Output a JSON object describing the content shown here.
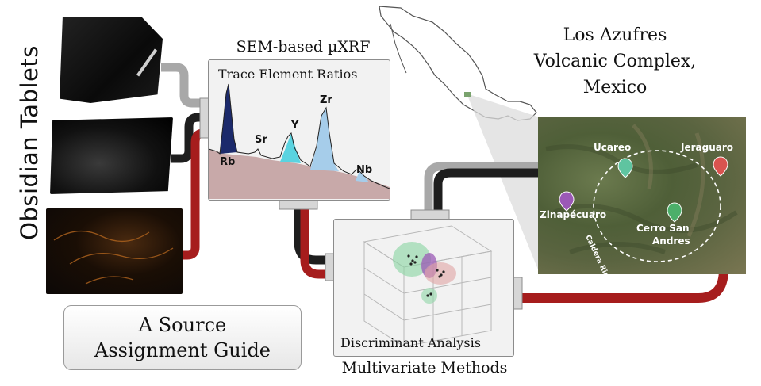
{
  "vertical_title": "Obsidian Tablets",
  "sem": {
    "title": "SEM-based µXRF",
    "subtitle": "Trace Element Ratios",
    "peaks": [
      "Rb",
      "Sr",
      "Y",
      "Zr",
      "Nb"
    ]
  },
  "map": {
    "title_lines": [
      "Los Azufres",
      "Volcanic Complex,",
      "Mexico"
    ],
    "sites": [
      "Ucareo",
      "Jeraguaro",
      "Zinapécuaro",
      "Cerro San",
      "Andres"
    ],
    "caldera_label": "Caldera Rim",
    "marker_colors": {
      "ucareo": "#5fc4a0",
      "jeraguaro": "#d9534f",
      "zinapecuaro": "#9b59b6",
      "cerro_san_andres": "#4caf6a"
    }
  },
  "analysis": {
    "panel_label": "Discriminant Analysis",
    "title": "Multivariate Methods"
  },
  "guide": {
    "line1": "A Source",
    "line2": "Assignment Guide"
  },
  "colors": {
    "pipe_gray": "#a8a8a8",
    "pipe_black": "#1e1e1e",
    "pipe_red": "#a61d1d"
  }
}
